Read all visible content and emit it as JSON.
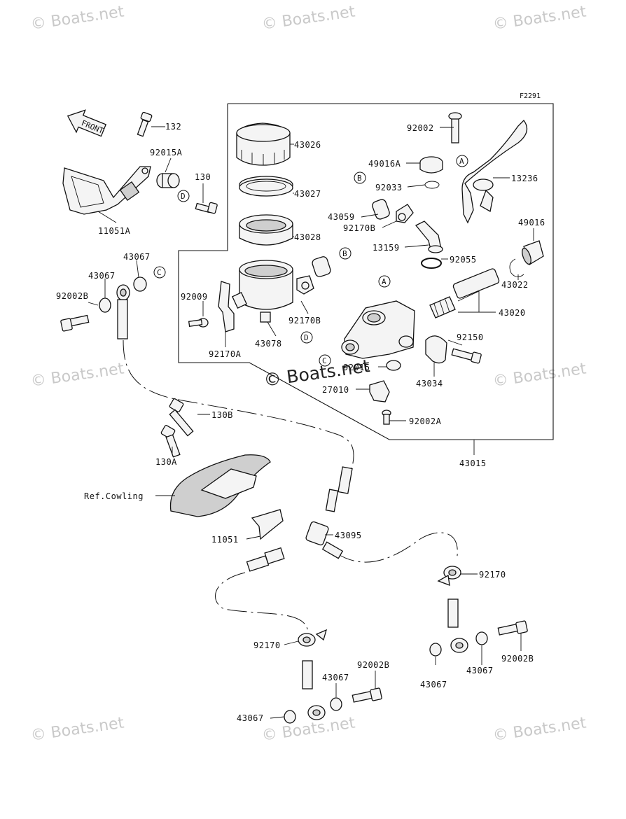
{
  "diagram_code": "F2291",
  "watermark": "© Boats.net",
  "center_watermark": "© Boats.net",
  "front_label": "FRONT",
  "callout_letters": [
    "A",
    "B",
    "C",
    "D"
  ],
  "parts": {
    "p132": "132",
    "p92015A": "92015A",
    "p130": "130",
    "p11051A": "11051A",
    "p43026": "43026",
    "p43027": "43027",
    "p43028": "43028",
    "p92002": "92002",
    "p49016A": "49016A",
    "p92033": "92033",
    "p43059": "43059",
    "p92170B_1": "92170B",
    "p13159": "13159",
    "p13236": "13236",
    "p49016": "49016",
    "p92055": "92055",
    "p43022": "43022",
    "p43020": "43020",
    "p92009": "92009",
    "p92170B_2": "92170B",
    "p43078": "43078",
    "p92170A": "92170A",
    "p43067_1": "43067",
    "p43067_2": "43067",
    "p92002B_1": "92002B",
    "p92150": "92150",
    "p92015": "92015",
    "p43034": "43034",
    "p27010": "27010",
    "p92002A": "92002A",
    "p130B": "130B",
    "p130A": "130A",
    "p43015": "43015",
    "pRefCowling": "Ref.Cowling",
    "p11051": "11051",
    "p43095": "43095",
    "p92170_1": "92170",
    "p92170_2": "92170",
    "p43067_3": "43067",
    "p43067_4": "43067",
    "p92002B_2": "92002B",
    "p43067_5": "43067",
    "p92002B_3": "92002B",
    "p43067_6": "43067"
  }
}
